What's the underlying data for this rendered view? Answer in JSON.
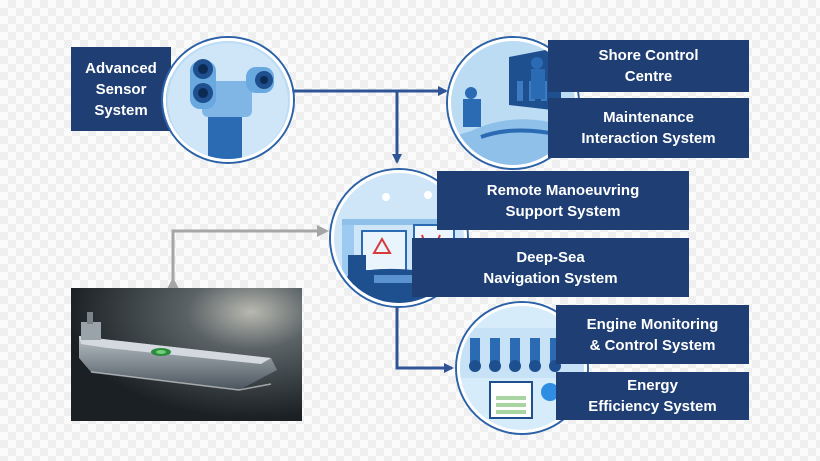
{
  "nodes": {
    "advanced_sensor": {
      "lines": [
        "Advanced",
        "Sensor",
        "System"
      ]
    },
    "shore_control": {
      "lines": [
        "Shore Control",
        "Centre"
      ]
    },
    "maintenance": {
      "lines": [
        "Maintenance",
        "Interaction System"
      ]
    },
    "remote_manoeuvring": {
      "lines": [
        "Remote Manoeuvring",
        "Support System"
      ]
    },
    "deep_sea": {
      "lines": [
        "Deep-Sea",
        "Navigation System"
      ]
    },
    "engine_monitoring": {
      "lines": [
        "Engine Monitoring",
        "& Control System"
      ]
    },
    "energy_efficiency": {
      "lines": [
        "Energy",
        "Efficiency System"
      ]
    }
  },
  "colors": {
    "box": "#1f3f74",
    "arrow": "#2f5597",
    "circle_ring": "#2c62a8",
    "circle_fill": "#9cc8ee",
    "grey_arrow": "#a6a6a6"
  },
  "icons": {
    "sensor": "sensor-camera-icon",
    "shore": "operators-screen-icon",
    "bridge": "ship-bridge-icon",
    "engine": "engine-room-icon",
    "vessel": "cargo-ship-image"
  }
}
